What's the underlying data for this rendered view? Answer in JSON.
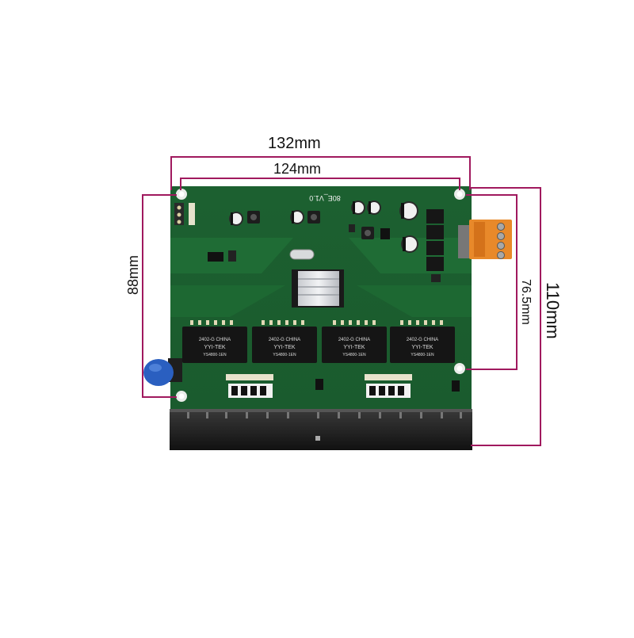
{
  "dimensions": {
    "width_outer": "132mm",
    "width_inner": "124mm",
    "height_left": "88mm",
    "height_right_inner": "76.5mm",
    "height_right_outer": "110mm"
  },
  "board": {
    "silk_version": "80E_V1.0",
    "transformer_brand": "YYI-TEK",
    "transformer_model": "YS4800-1EN",
    "transformer_origin": "2402-G CHINA"
  },
  "colors": {
    "pcb_green": "#1f6a34",
    "dimension_line": "#a0195e",
    "terminal_orange": "#e8892a",
    "capacitor_blue": "#2a5fc0"
  }
}
